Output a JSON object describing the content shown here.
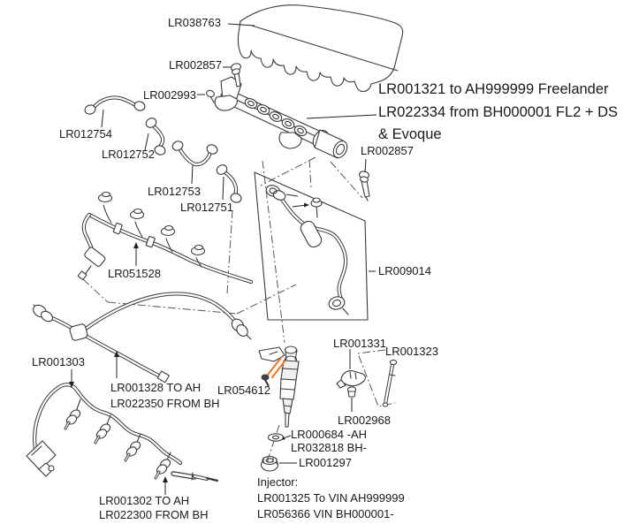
{
  "colors": {
    "ink": "#1a1a1a",
    "line": "#3a3a3a",
    "highlight": "#ED7D31",
    "background": "#ffffff"
  },
  "diagram": {
    "type": "exploded-parts-diagram",
    "subject": "fuel rail, injector and pipes line art",
    "labels": {
      "lr038763": "LR038763",
      "lr002857_top": "LR002857",
      "lr002993": "LR002993",
      "lr012754": "LR012754",
      "lr012752": "LR012752",
      "lr012753": "LR012753",
      "lr012751": "LR012751",
      "lr051528": "LR051528",
      "lr001303": "LR001303",
      "lr001328_line1": "LR001328 TO AH",
      "lr001328_line2": "LR022350 FROM BH",
      "lr054612": "LR054612",
      "lr009014": "LR009014",
      "lr002857_mid": "LR002857",
      "rail_note_line1": "LR001321 to AH999999 Freelander",
      "rail_note_line2": "LR022334 from BH000001 FL2 + DS",
      "rail_note_line3": "& Evoque",
      "lr001331": "LR001331",
      "lr001323": "LR001323",
      "lr002968": "LR002968",
      "lr000684": "LR000684 -AH",
      "lr032818": "LR032818 BH-",
      "lr001297": "LR001297",
      "lr001302_line1": "LR001302 TO AH",
      "lr001302_line2": "LR022300 FROM BH",
      "injector_line1": "Injector:",
      "injector_line2": "LR001325 To VIN AH999999",
      "injector_line3": "LR056366 VIN BH000001-"
    }
  }
}
